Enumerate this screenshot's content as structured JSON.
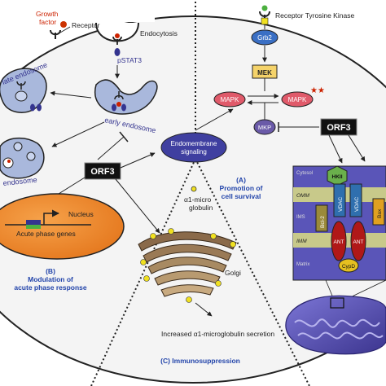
{
  "labels": {
    "growth_factor": [
      "Growth",
      "factor"
    ],
    "receptor": "Receptor",
    "endocytosis": "Endocytosis",
    "pstat3": "pSTAT3",
    "late_endosome": "late endosome",
    "early_endosome": "early endosome",
    "endosome": "endosome",
    "orf3_left": "ORF3",
    "orf3_right": "ORF3",
    "endomembrane": [
      "Endomembrane",
      "signaling"
    ],
    "nucleus": "Nucleus",
    "acute_phase_genes": "Acute phase genes",
    "section_b": [
      "(B)",
      "Modulation of",
      "acute phase response"
    ],
    "alpha_globulin": [
      "α1-micro",
      "globulin"
    ],
    "golgi": "Golgi",
    "secretion": "Increased α1-microglobulin secretion",
    "section_c": "(C) Immunosuppression",
    "receptor_tk": "Receptor Tyrosine Kinase",
    "grb2": "Grb2",
    "mek": "MEK",
    "mapk_left": "MAPK",
    "mapk_right": "MAPK",
    "mkp": "MKP",
    "section_a": [
      "(A)",
      "Promotion of",
      "cell survival"
    ],
    "hkii": "HKII",
    "cytosol": "Cytosol",
    "omm": "OMM",
    "ims": "IMS",
    "imm": "IMM",
    "matrix": "Matrix",
    "vdac1": "VDAC",
    "vdac2": "VDAC",
    "bcl2": "Bcl-2",
    "bax": "Bax",
    "ant1": "ANT",
    "ant2": "ANT",
    "cypd": "CypD"
  },
  "colors": {
    "outline": "#222222",
    "endosome_fill": "#a9b8dc",
    "protein_blue": "#34348f",
    "nucleus_fill": "#f08a2a",
    "grb2_fill": "#3a6fc4",
    "mek_fill": "#f5d36a",
    "mapk_fill": "#e05a6a",
    "mkp_fill": "#6a5aa8",
    "orf3_fill": "#111111",
    "endomem_fill": "#3f3fa0",
    "mito_panel": "#5a55b8",
    "membrane_band": "#c8c98a",
    "vdac_fill": "#2f6fae",
    "hkii_fill": "#6ab04c",
    "bcl2_fill": "#9a8a3a",
    "bax_fill": "#e0a020",
    "ant_fill": "#b01818",
    "cypd_fill": "#e6c020",
    "golgi_fill": "#8a6a4a",
    "vesicle": "#f0e020",
    "section_label": "#2244aa",
    "red_text": "#cc2200"
  }
}
